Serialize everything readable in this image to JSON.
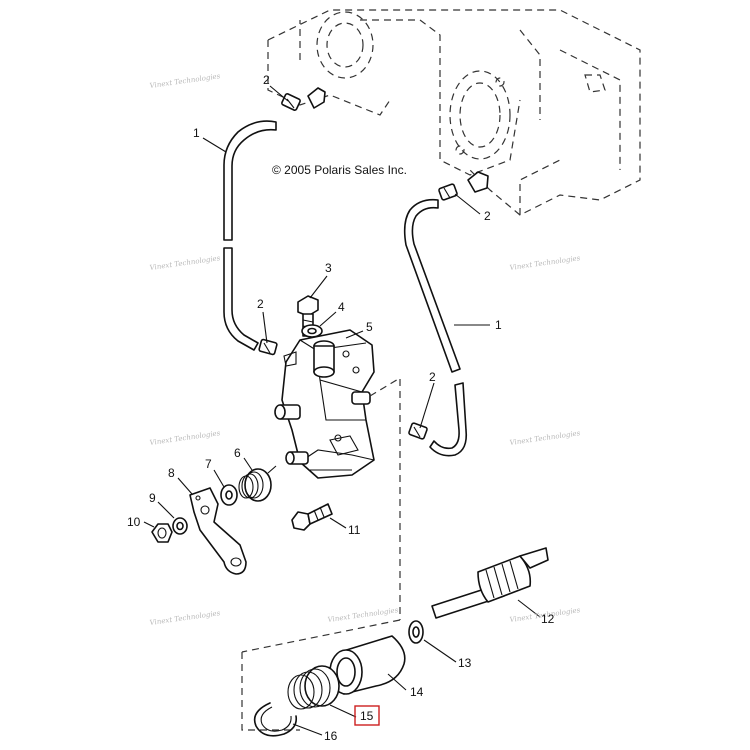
{
  "copyright": "© 2005 Polaris Sales Inc.",
  "watermark": "Vinext Technologies",
  "labels": {
    "l1a": "1",
    "l1b": "1",
    "l2a": "2",
    "l2b": "2",
    "l2c": "2",
    "l2d": "2",
    "l3": "3",
    "l4": "4",
    "l5": "5",
    "l6": "6",
    "l7": "7",
    "l8": "8",
    "l9": "9",
    "l10": "10",
    "l11": "11",
    "l12": "12",
    "l13": "13",
    "l14": "14",
    "l15": "15",
    "l16": "16"
  },
  "highlight_color": "#cc1f1f"
}
